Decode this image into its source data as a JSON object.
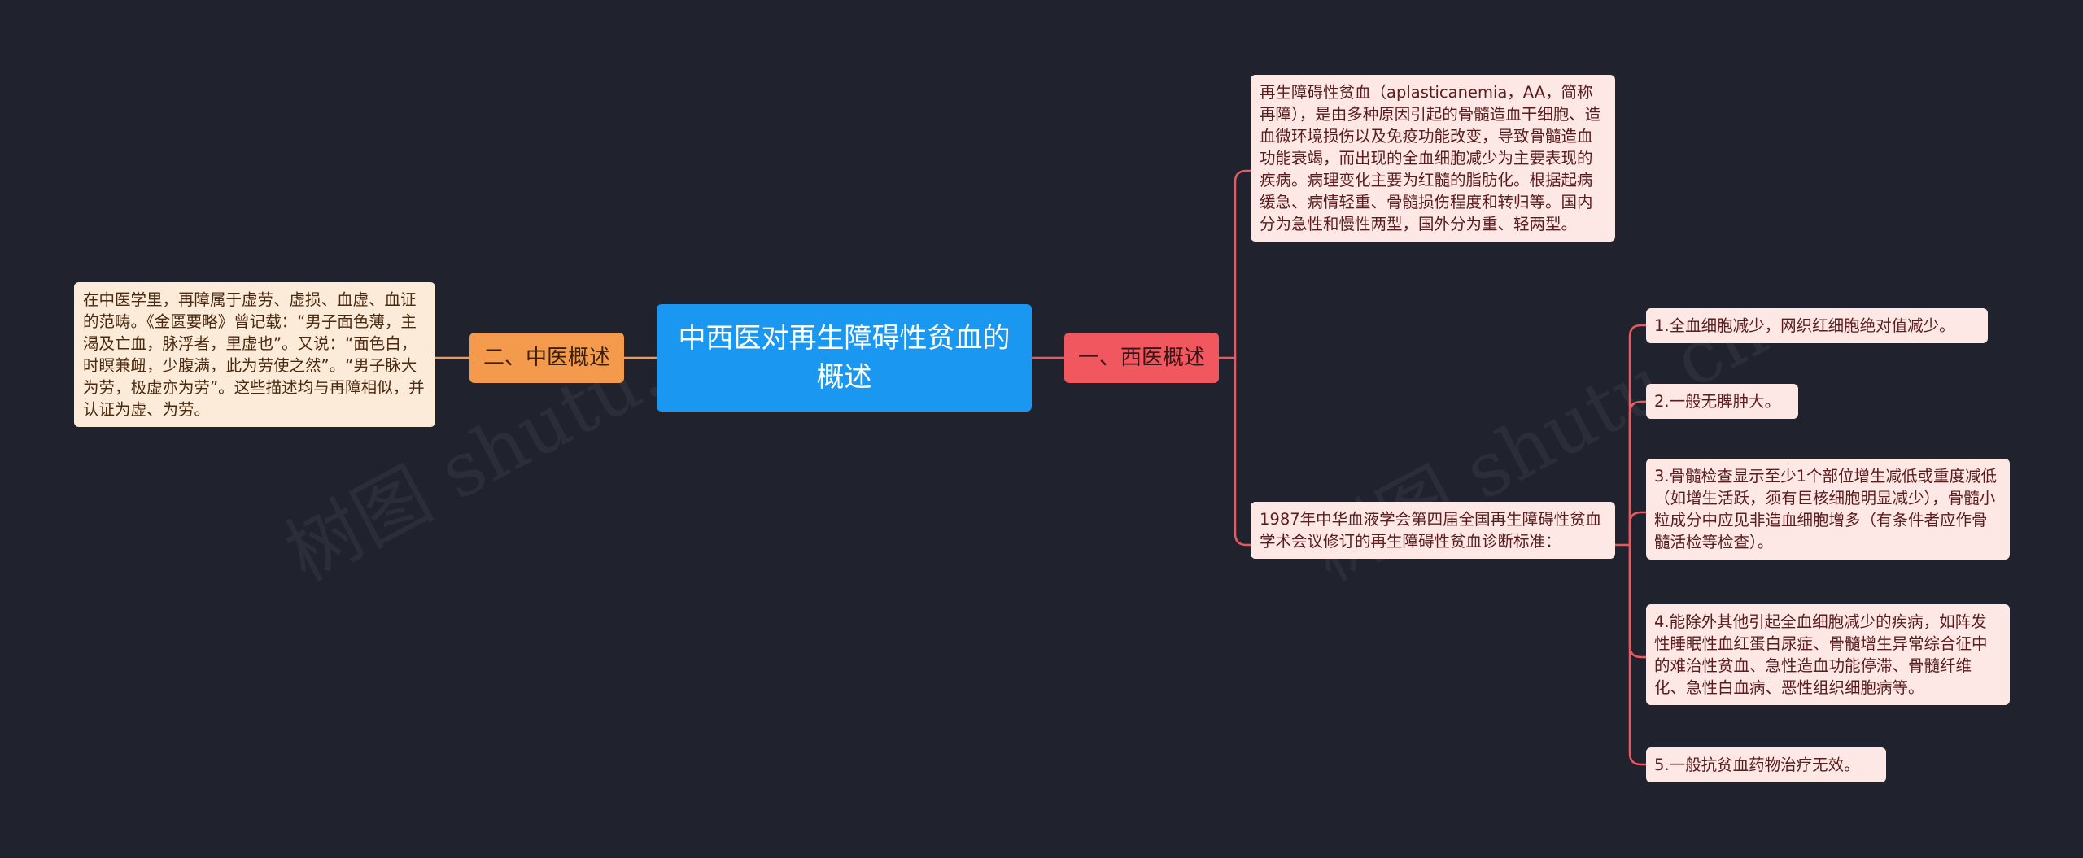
{
  "root": {
    "title": "中西医对再生障碍性贫血的概述"
  },
  "branches": {
    "west": {
      "label": "一、西医概述",
      "definition": "再生障碍性贫血（aplasticanemia，AA，简称再障），是由多种原因引起的骨髓造血干细胞、造血微环境损伤以及免疫功能改变，导致骨髓造血功能衰竭，而出现的全血细胞减少为主要表现的疾病。病理变化主要为红髓的脂肪化。根据起病缓急、病情轻重、骨髓损伤程度和转归等。国内分为急性和慢性两型，国外分为重、轻两型。",
      "criteria": {
        "label": "1987年中华血液学会第四届全国再生障碍性贫血学术会议修订的再生障碍性贫血诊断标准：",
        "items": [
          "1.全血细胞减少，网织红细胞绝对值减少。",
          "2.一般无脾肿大。",
          "3.骨髓检查显示至少1个部位增生减低或重度减低（如增生活跃，须有巨核细胞明显减少），骨髓小粒成分中应见非造血细胞增多（有条件者应作骨髓活检等检查）。",
          "4.能除外其他引起全血细胞减少的疾病，如阵发性睡眠性血红蛋白尿症、骨髓增生异常综合征中的难治性贫血、急性造血功能停滞、骨髓纤维化、急性白血病、恶性组织细胞病等。",
          "5.一般抗贫血药物治疗无效。"
        ]
      }
    },
    "tcm": {
      "label": "二、中医概述",
      "text": "在中医学里，再障属于虚劳、虚损、血虚、血证的范畴。《金匮要略》曾记载：“男子面色薄，主渴及亡血，脉浮者，里虚也”。又说：“面色白，时瞑兼衄，少腹满，此为劳使之然”。“男子脉大为劳，极虚亦为劳”。这些描述均与再障相似，并认证为虚、为劳。"
    }
  },
  "colors": {
    "background": "#20232e",
    "root": "#1a97f0",
    "west_branch": "#f0575e",
    "tcm_branch": "#f39a4c",
    "connector_right": "#e9585d",
    "connector_left": "#f39a4c"
  }
}
